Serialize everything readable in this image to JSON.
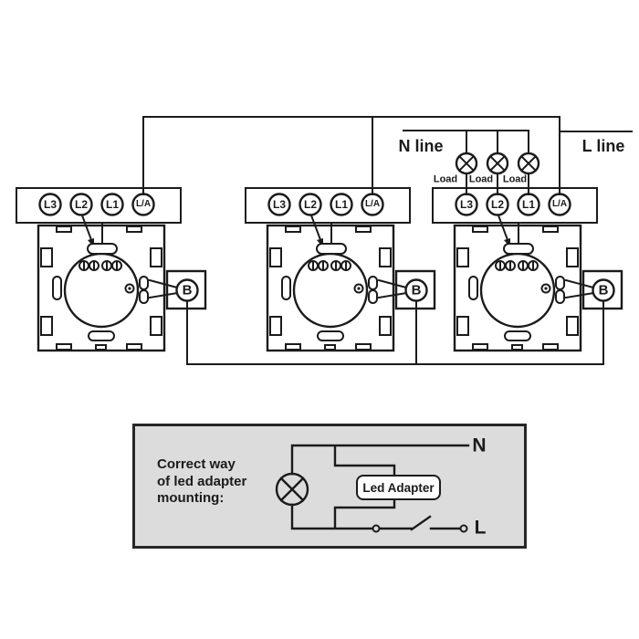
{
  "labels": {
    "n_line": "N line",
    "l_line": "L line",
    "load": "Load",
    "b": "B",
    "terminals": [
      "L3",
      "L2",
      "L1",
      "L/A"
    ]
  },
  "panel": {
    "caption_lines": [
      "Correct way",
      "of led adapter",
      "mounting:"
    ],
    "adapter": "Led Adapter",
    "n": "N",
    "l": "L"
  },
  "colors": {
    "line": "#1b1b1b",
    "panel_bg": "#dcdcdc",
    "background": "#ffffff"
  }
}
